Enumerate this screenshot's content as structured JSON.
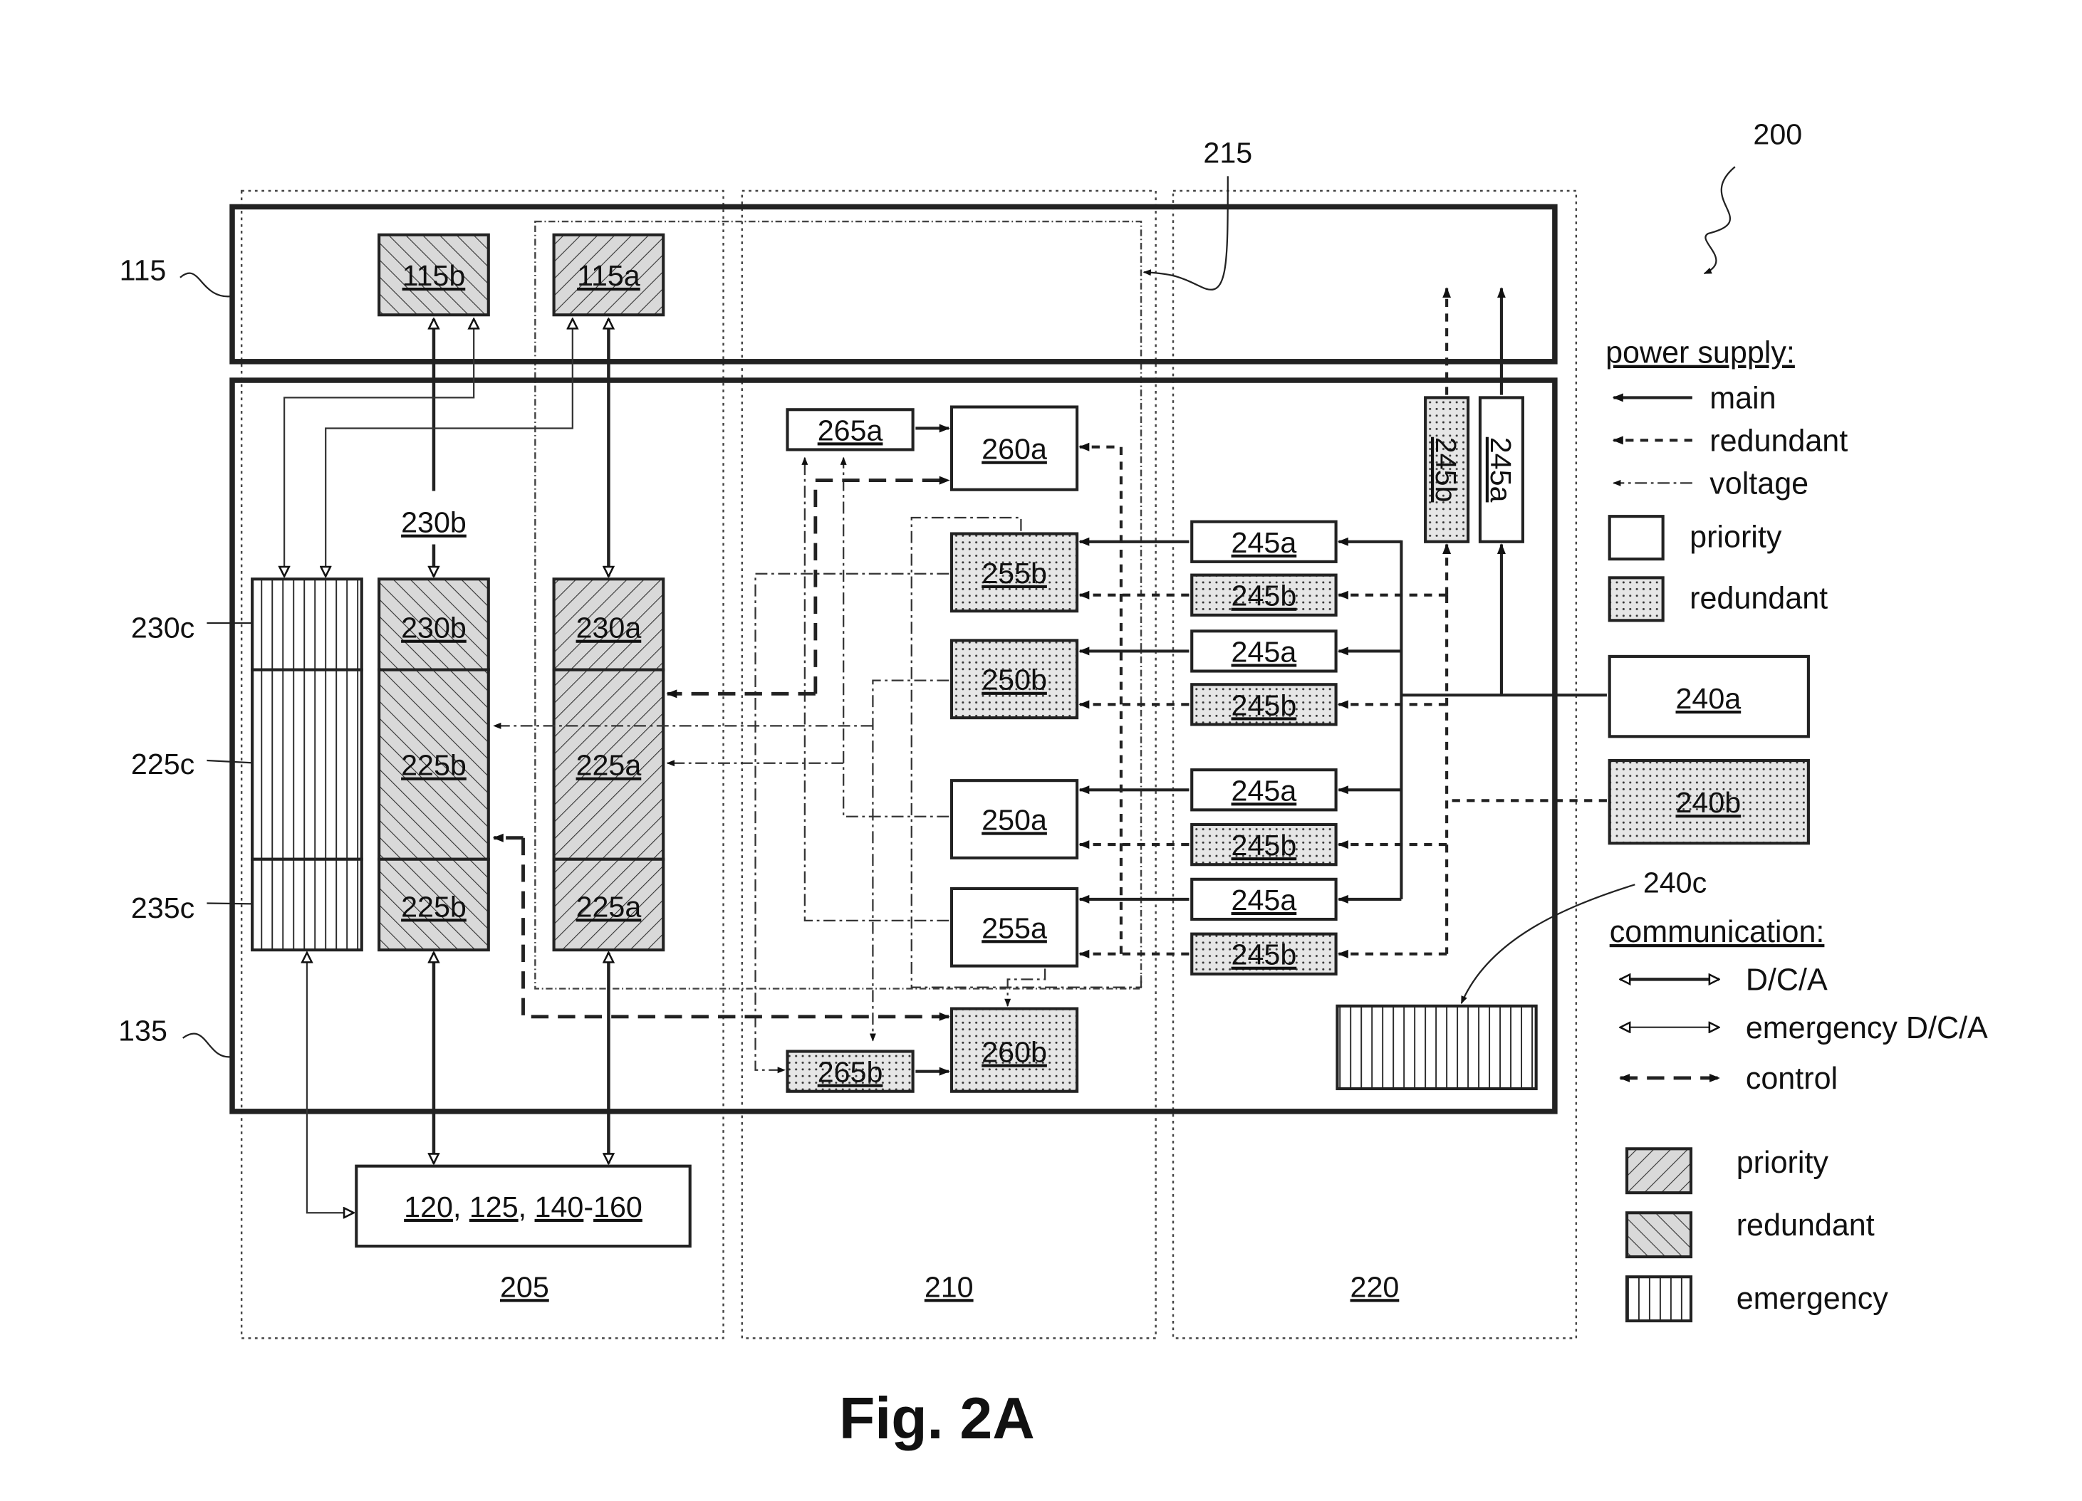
{
  "figure": {
    "number": "200",
    "caption": "Fig. 2A"
  },
  "references": {
    "r115": "115",
    "r135": "135",
    "r215": "215",
    "r230c": "230c",
    "r225c": "225c",
    "r235c": "235c",
    "r230b_top": "230b",
    "r240c": "240c"
  },
  "regions": {
    "r205": "205",
    "r210": "210",
    "r220": "220"
  },
  "boxes": {
    "b115b": "115b",
    "b115a": "115a",
    "b230b": "230b",
    "b225b": "225b",
    "b225b_lower": "225b",
    "b230a": "230a",
    "b225a": "225a",
    "b225a_lower": "225a",
    "b265a": "265a",
    "b260a": "260a",
    "b255b": "255b",
    "b250b": "250b",
    "b250a": "250a",
    "b255a": "255a",
    "b260b": "260b",
    "b265b": "265b",
    "b245a_1": "245a",
    "b245b_1": "245b",
    "b245a_2": "245a",
    "b245b_2": "245b",
    "b245a_3": "245a",
    "b245b_3": "245b",
    "b245a_4": "245a",
    "b245b_4": "245b",
    "b245b_v": "245b",
    "b245a_v": "245a",
    "b240a": "240a",
    "b240b": "240b",
    "bottom_box": {
      "p1": "120",
      "sep1": ", ",
      "p2": "125",
      "sep2": ", ",
      "p3": "140",
      "sep3": "-",
      "p4": "160"
    }
  },
  "legend": {
    "power_title": "power supply:",
    "main": "main",
    "redundant": "redundant",
    "voltage": "voltage",
    "priority": "priority",
    "redundant_box": "redundant",
    "comm_title": "communication:",
    "dca": "D/C/A",
    "emergency_dca": "emergency D/C/A",
    "control": "control",
    "priority_fill": "priority",
    "redundant_fill": "redundant",
    "emergency_fill": "emergency"
  }
}
